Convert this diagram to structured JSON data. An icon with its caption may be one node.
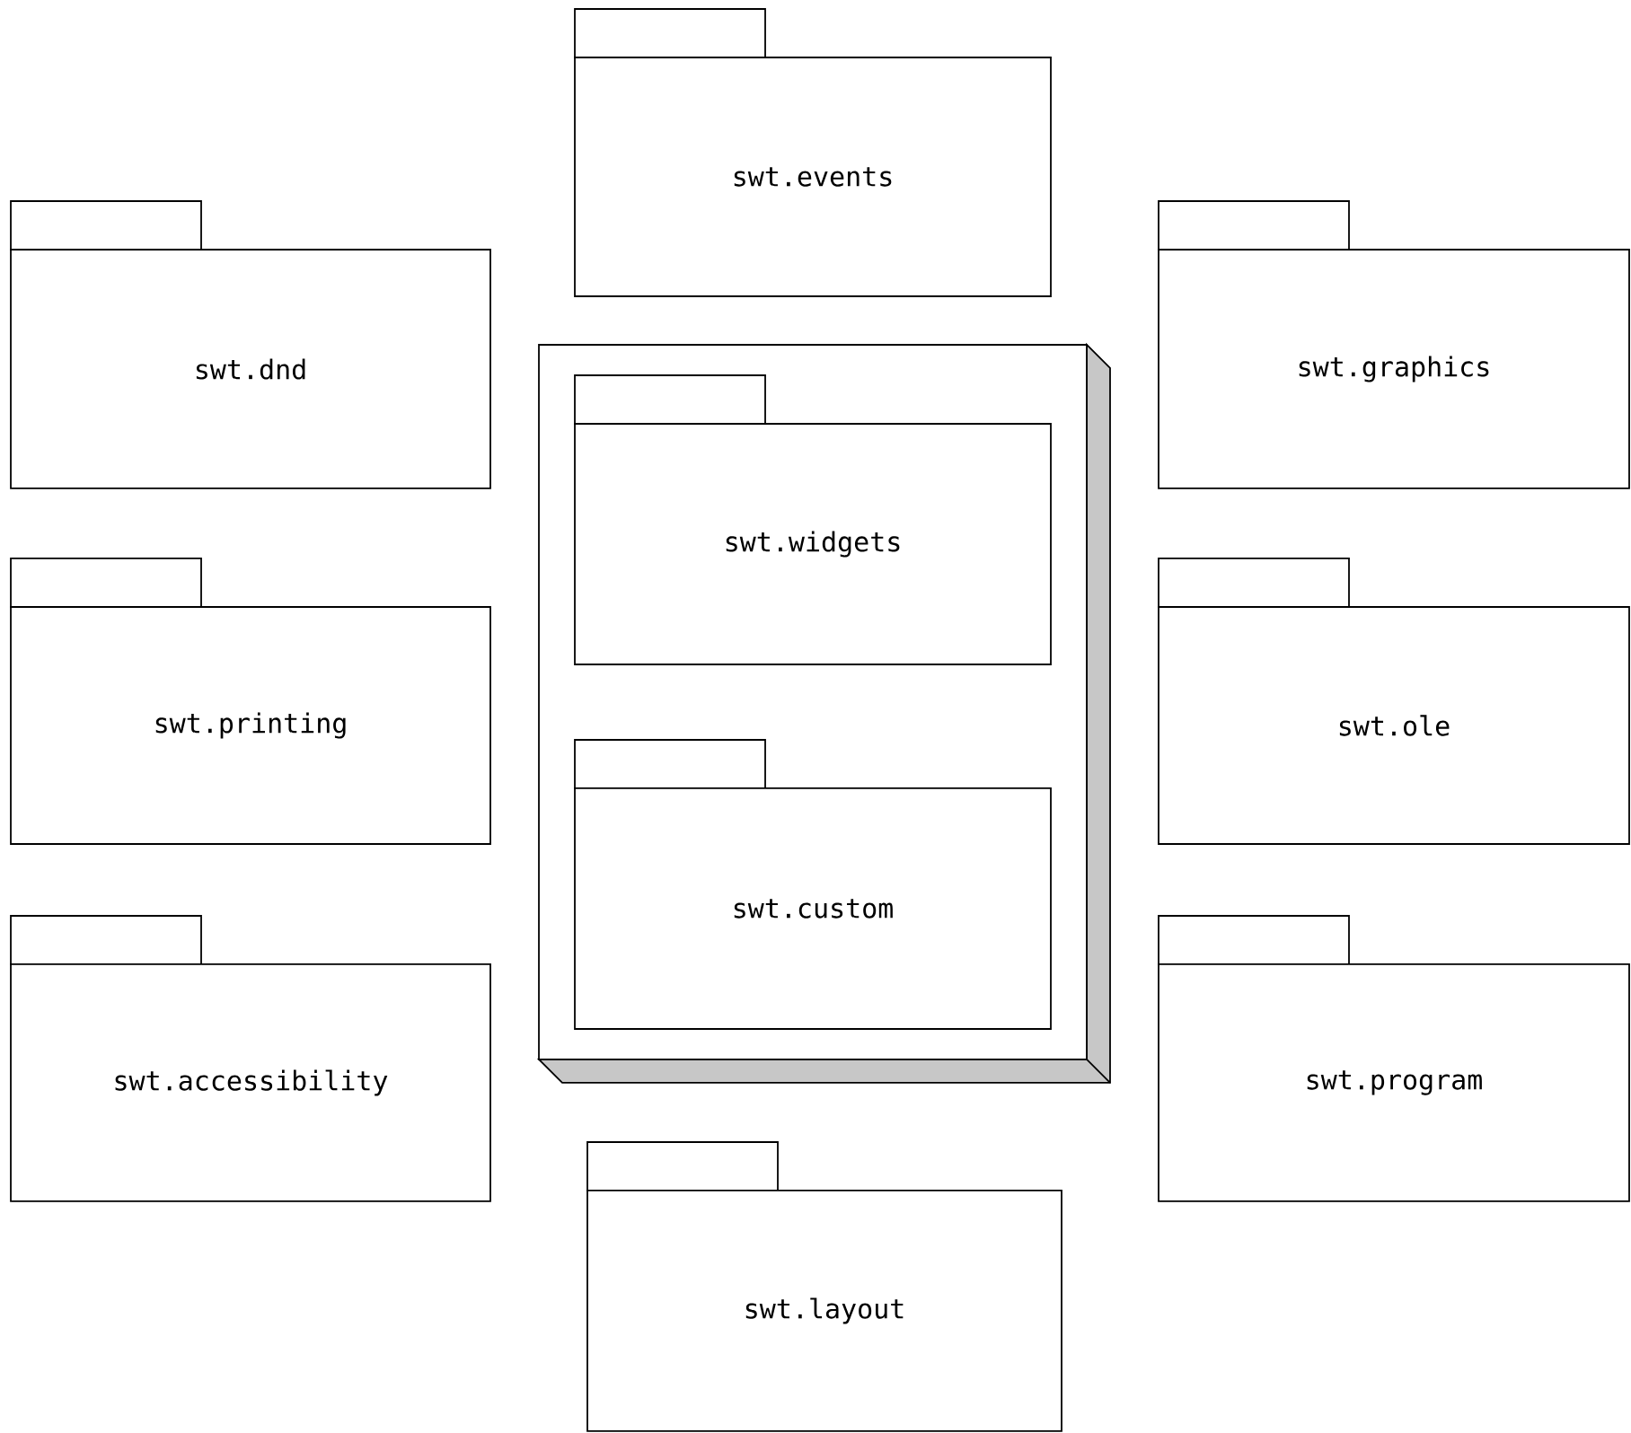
{
  "diagram": {
    "nodes": [
      {
        "text": [
          "swt.events"
        ]
      },
      {
        "text": [
          "swt.dnd"
        ]
      },
      {
        "text": [
          "swt.graphics"
        ]
      },
      {
        "text": [],
        "shape": "box"
      },
      {
        "text": [
          "swt.widgets"
        ],
        "in": 3
      },
      {
        "text": [
          "swt.printing"
        ]
      },
      {
        "text": [
          "swt.ole"
        ]
      },
      {
        "text": [
          "swt.custom"
        ],
        "in": 3
      },
      {
        "text": [
          "swt.accessibility"
        ]
      },
      {
        "text": [
          "swt.program"
        ]
      },
      {
        "text": [
          "swt.layout"
        ]
      }
    ]
  }
}
